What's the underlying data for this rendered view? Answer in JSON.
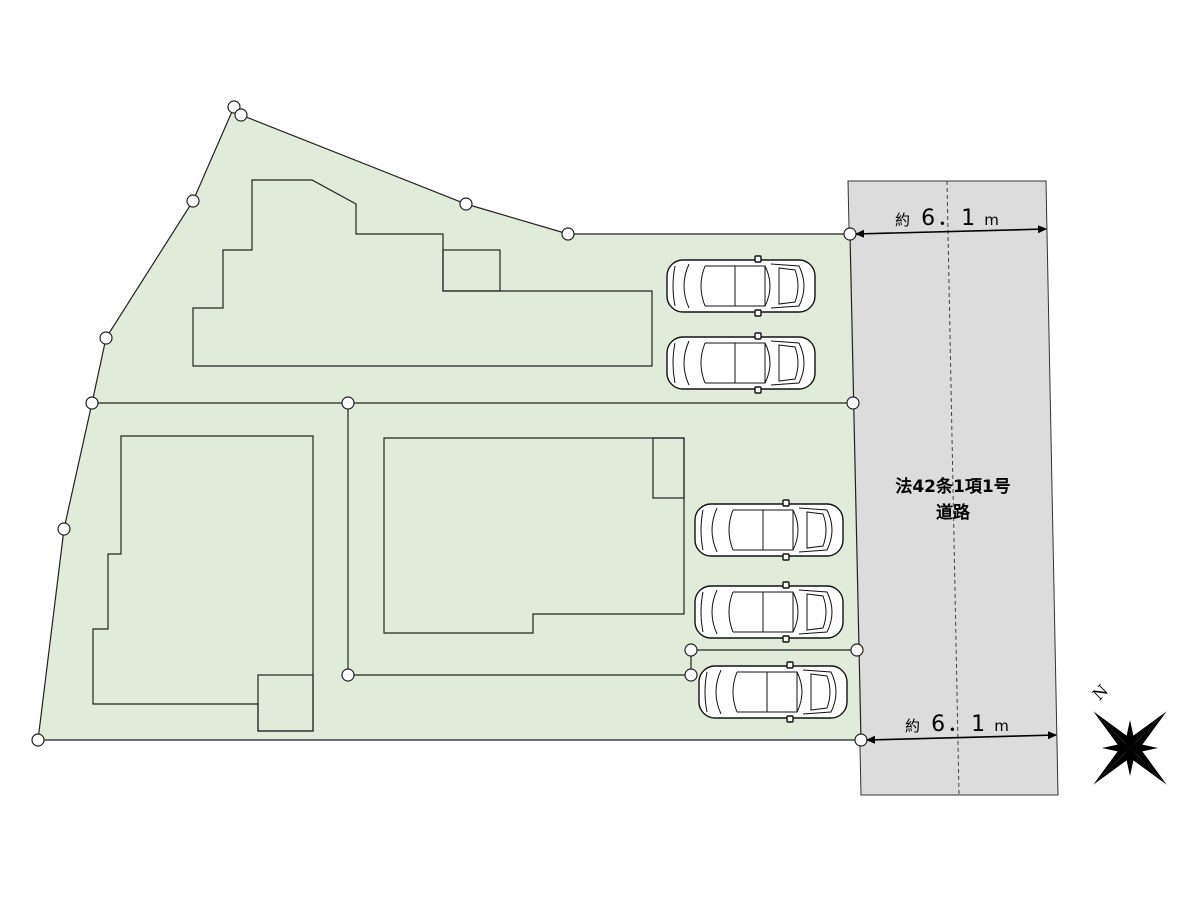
{
  "road": {
    "label_line1": "法42条1項1号",
    "label_line2": "道路"
  },
  "dimensions": {
    "top": {
      "prefix": "約",
      "value": "6．1",
      "unit": "m"
    },
    "bottom": {
      "prefix": "約",
      "value": "6．1",
      "unit": "m"
    }
  },
  "compass": {
    "north_label": "N"
  },
  "parking_spaces": 5,
  "colors": {
    "site": "#e1ebd9",
    "road": "#dcdcdc"
  }
}
